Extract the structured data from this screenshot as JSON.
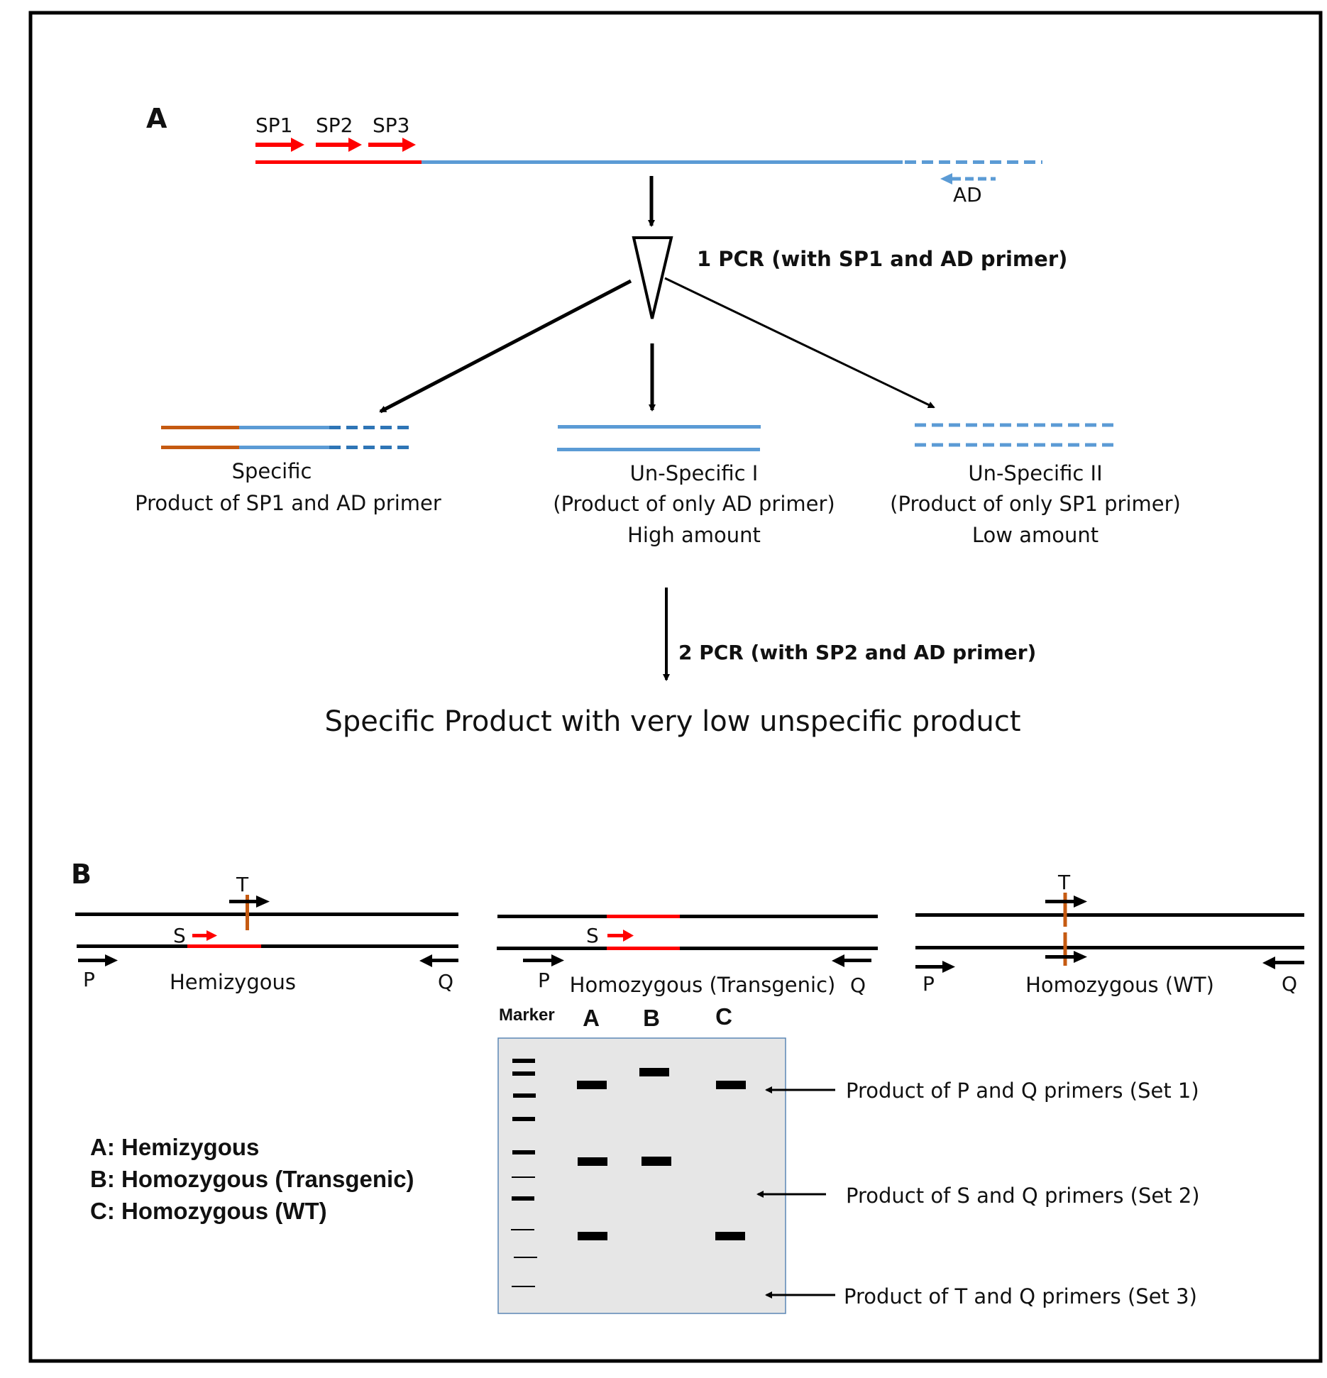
{
  "figure": {
    "panel_a": {
      "label": "A",
      "primers": [
        "SP1",
        "SP2",
        "SP3"
      ],
      "ad_label": "AD",
      "step1": "1 PCR (with SP1 and AD primer)",
      "products": [
        {
          "title": "Specific",
          "line2": "Product of SP1 and AD primer",
          "line3": ""
        },
        {
          "title": "Un-Specific I",
          "line2": "(Product of only AD primer)",
          "line3": "High amount"
        },
        {
          "title": "Un-Specific II",
          "line2": "(Product of only SP1 primer)",
          "line3": "Low amount"
        }
      ],
      "step2": "2 PCR (with SP2 and AD primer)",
      "result": "Specific Product with very low unspecific product"
    },
    "panel_b": {
      "label": "B",
      "genotypes": [
        {
          "name": "Hemizygous",
          "p": "P",
          "q": "Q",
          "s": "S",
          "t": "T"
        },
        {
          "name": "Homozygous (Transgenic)",
          "p": "P",
          "q": "Q",
          "s": "S"
        },
        {
          "name": "Homozygous (WT)",
          "p": "P",
          "q": "Q",
          "t": "T"
        }
      ],
      "gel": {
        "marker_label": "Marker",
        "lanes": [
          "A",
          "B",
          "C"
        ],
        "annotations": [
          "Product of P and Q primers (Set 1)",
          "Product of S and Q primers (Set 2)",
          "Product of T and Q primers (Set 3)"
        ]
      },
      "legend": [
        "A: Hemizygous",
        "B: Homozygous (Transgenic)",
        "C: Homozygous (WT)"
      ]
    },
    "colors": {
      "primer_red": "#ff0000",
      "dna_blue": "#5b9bd5",
      "dna_dark_blue": "#2e75b6",
      "insert_orange": "#c55a11",
      "gel_bg": "#e6e6e6",
      "gel_border": "#5b87b5"
    }
  }
}
